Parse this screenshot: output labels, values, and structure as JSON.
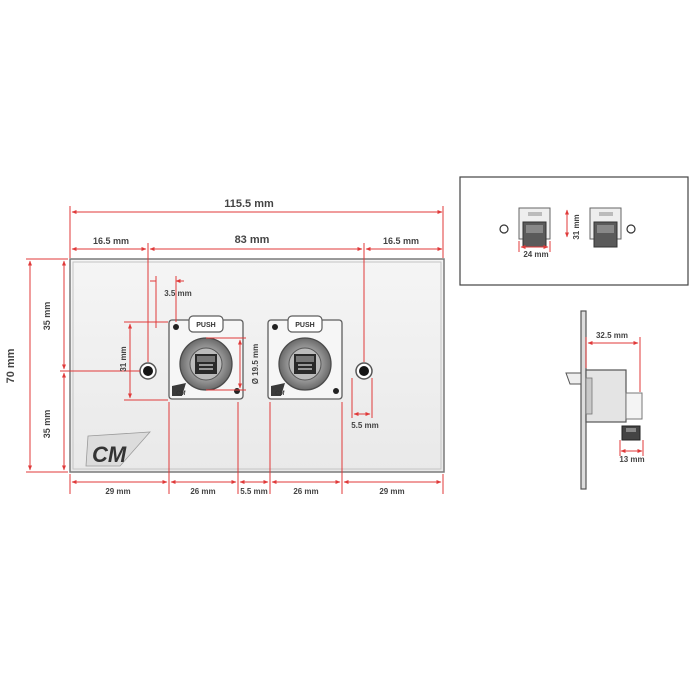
{
  "colors": {
    "dimension": "#e03a3a",
    "plate_fill": "#f0f0f0",
    "plate_edge": "#7a7a7a",
    "module_fill": "#f6f6f6",
    "ring": "#7d7d7d",
    "logo": "#3a3a3a"
  },
  "front_view": {
    "overall_width": "115.5 mm",
    "hole_spacing": "83 mm",
    "left_hole_offset": "16.5 mm",
    "right_hole_offset": "16.5 mm",
    "height": "70 mm",
    "half_height_top": "35 mm",
    "half_height_bottom": "35 mm",
    "hole_size": "3.5 mm",
    "module_height": "31 mm",
    "connector_diameter": "Ø 19.5 mm",
    "module_label_1": "PUSH",
    "module_label_2": "PUSH",
    "brand_logo": "CM",
    "mini_logo_1": "CM",
    "mini_logo_2": "CM",
    "right_hole_size": "5.5 mm",
    "bottom_left_margin": "29 mm",
    "module_width_1": "26 mm",
    "module_gap": "5.5 mm",
    "module_width_2": "26 mm",
    "bottom_right_margin": "29 mm"
  },
  "rear_view": {
    "module_height": "31 mm",
    "module_width": "24 mm"
  },
  "side_view": {
    "depth": "32.5 mm",
    "plug_width": "13 mm"
  }
}
